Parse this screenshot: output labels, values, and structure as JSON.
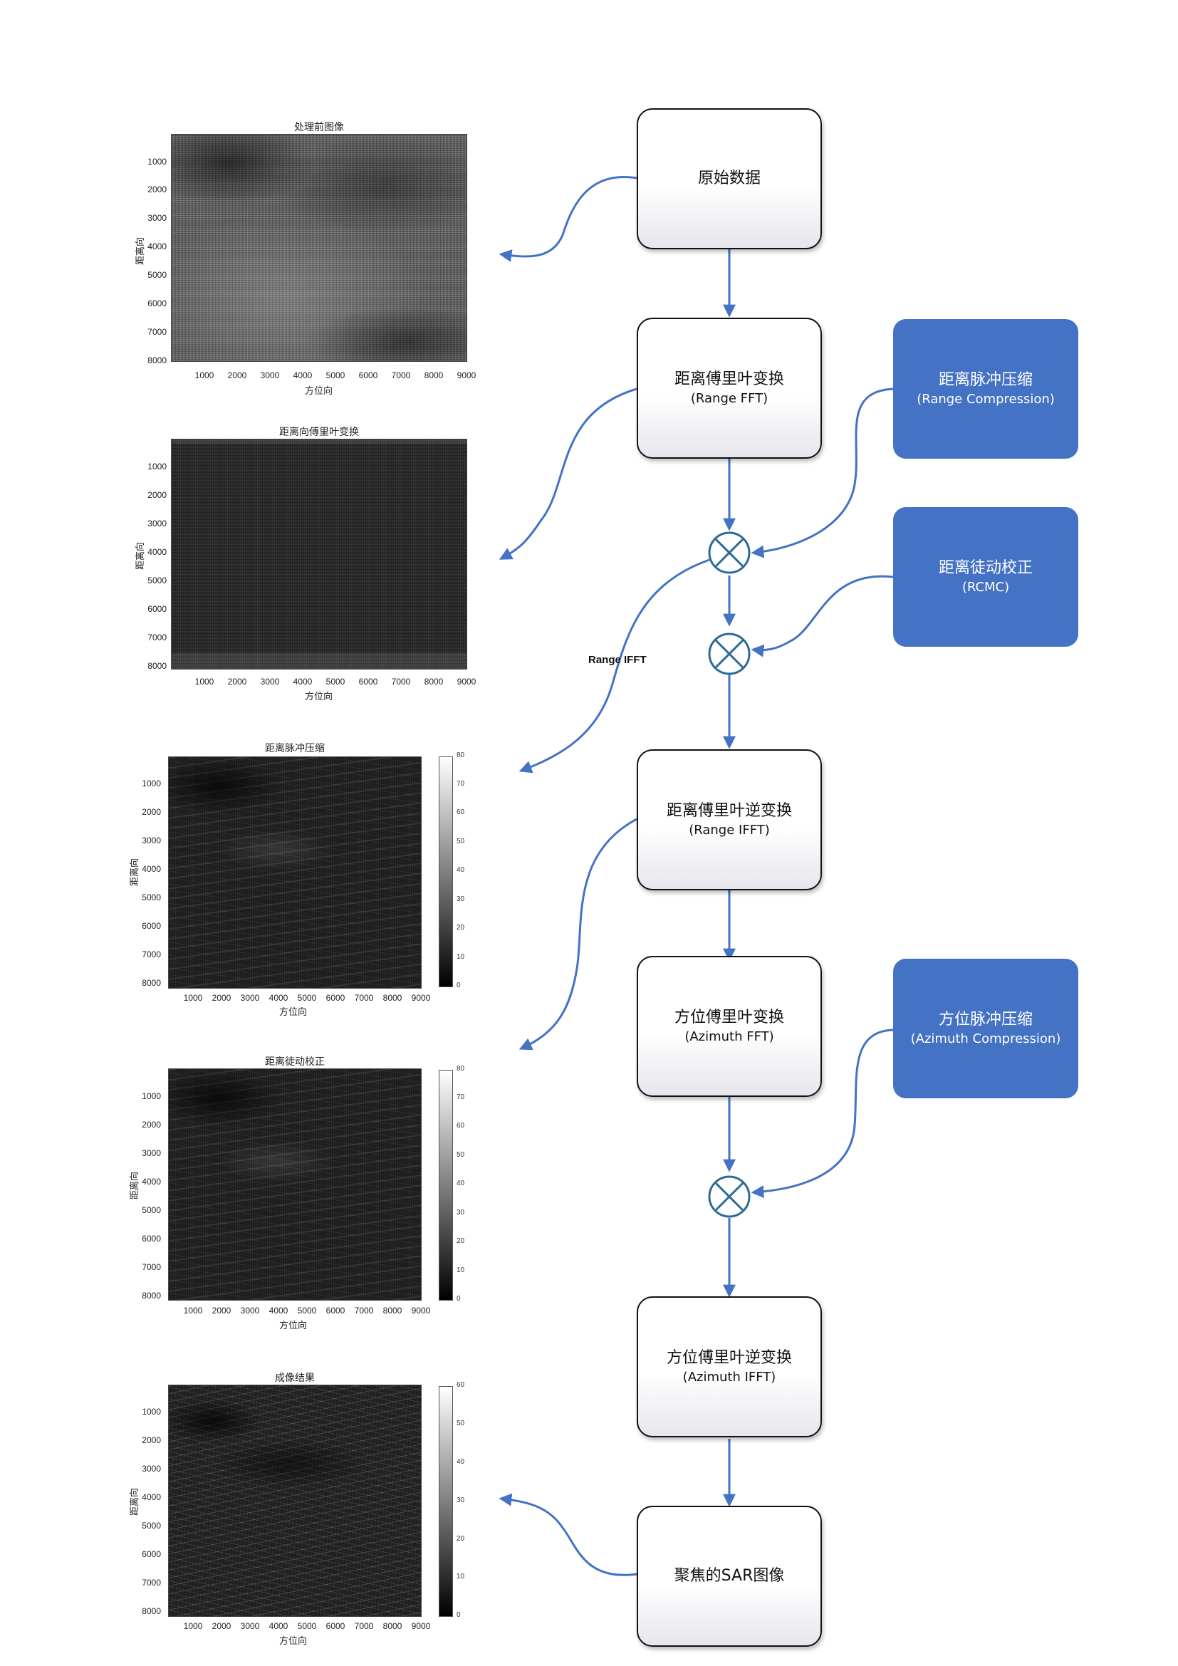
{
  "panels": [
    {
      "title": "处理前图像",
      "ylabel": "距离向",
      "xlabel": "方位向",
      "yticks": [
        "1000",
        "2000",
        "3000",
        "4000",
        "5000",
        "6000",
        "7000",
        "8000"
      ],
      "xticks": [
        "1000",
        "2000",
        "3000",
        "4000",
        "5000",
        "6000",
        "7000",
        "8000",
        "9000"
      ],
      "colorbar": []
    },
    {
      "title": "距离向傅里叶变换",
      "ylabel": "距离向",
      "xlabel": "方位向",
      "yticks": [
        "1000",
        "2000",
        "3000",
        "4000",
        "5000",
        "6000",
        "7000",
        "8000"
      ],
      "xticks": [
        "1000",
        "2000",
        "3000",
        "4000",
        "5000",
        "6000",
        "7000",
        "8000",
        "9000"
      ],
      "colorbar": []
    },
    {
      "title": "距离脉冲压缩",
      "ylabel": "距离向",
      "xlabel": "方位向",
      "yticks": [
        "1000",
        "2000",
        "3000",
        "4000",
        "5000",
        "6000",
        "7000",
        "8000"
      ],
      "xticks": [
        "1000",
        "2000",
        "3000",
        "4000",
        "5000",
        "6000",
        "7000",
        "8000",
        "9000"
      ],
      "colorbar": [
        "80",
        "70",
        "60",
        "50",
        "40",
        "30",
        "20",
        "10",
        "0"
      ]
    },
    {
      "title": "距离徒动校正",
      "ylabel": "距离向",
      "xlabel": "方位向",
      "yticks": [
        "1000",
        "2000",
        "3000",
        "4000",
        "5000",
        "6000",
        "7000",
        "8000"
      ],
      "xticks": [
        "1000",
        "2000",
        "3000",
        "4000",
        "5000",
        "6000",
        "7000",
        "8000",
        "9000"
      ],
      "colorbar": [
        "80",
        "70",
        "60",
        "50",
        "40",
        "30",
        "20",
        "10",
        "0"
      ]
    },
    {
      "title": "成像结果",
      "ylabel": "距离向",
      "xlabel": "方位向",
      "yticks": [
        "1000",
        "2000",
        "3000",
        "4000",
        "5000",
        "6000",
        "7000",
        "8000"
      ],
      "xticks": [
        "1000",
        "2000",
        "3000",
        "4000",
        "5000",
        "6000",
        "7000",
        "8000",
        "9000"
      ],
      "colorbar": [
        "60",
        "50",
        "40",
        "30",
        "20",
        "10",
        "0"
      ]
    }
  ],
  "flow": {
    "raw": {
      "line1": "原始数据"
    },
    "range_fft": {
      "line1": "距离傅里叶变换",
      "line2": "(Range FFT)"
    },
    "range_ifft": {
      "line1": "距离傅里叶逆变换",
      "line2": "(Range IFFT)"
    },
    "azimuth_fft": {
      "line1": "方位傅里叶变换",
      "line2": "(Azimuth FFT)"
    },
    "azimuth_ifft": {
      "line1": "方位傅里叶逆变换",
      "line2": "(Azimuth IFFT)"
    },
    "focused": {
      "line1": "聚焦的SAR图像"
    }
  },
  "side": {
    "range_compression": {
      "line1": "距离脉冲压缩",
      "line2": "(Range Compression)"
    },
    "rcmc": {
      "line1": "距离徒动校正",
      "line2": "(RCMC)"
    },
    "azimuth_compression": {
      "line1": "方位脉冲压缩",
      "line2": "(Azimuth Compression)"
    }
  },
  "connector_label": "Range IFFT",
  "colors": {
    "accent": "#4472c4",
    "node_border": "#111111",
    "image_dark": "#0d0d0d"
  }
}
